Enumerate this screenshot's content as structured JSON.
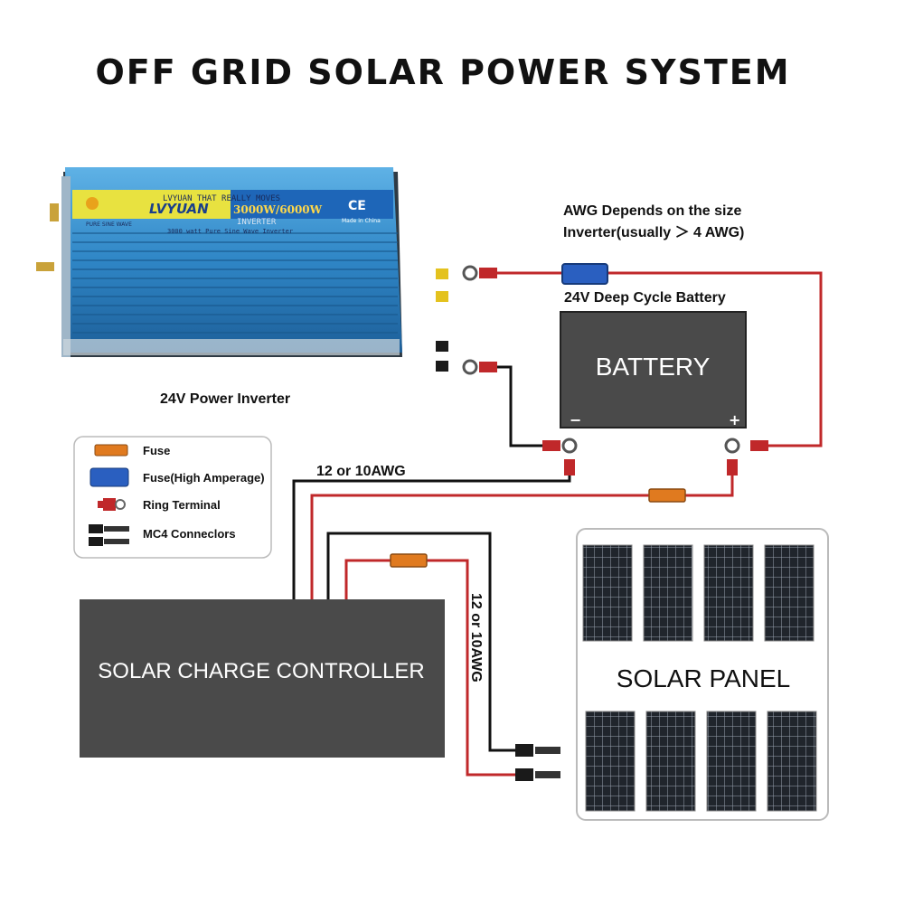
{
  "title": "OFF GRID SOLAR POWER SYSTEM",
  "inverter": {
    "caption": "24V Power Inverter",
    "brand": "LVYUAN",
    "tagline": "LVYUAN THAT REALLY MOVES",
    "rating": "3000W/6000W",
    "type": "INVERTER",
    "model": "3000 watt Pure Sine Wave Inverter",
    "made_in": "Made in China",
    "ce": "CE",
    "wave_label": "PURE SINE WAVE"
  },
  "awg_note": {
    "line1": "AWG Depends on the size",
    "line2": "Inverter(usually ＞ 4 AWG)"
  },
  "battery": {
    "caption": "24V Deep Cycle Battery",
    "label": "BATTERY",
    "neg": "−",
    "pos": "+"
  },
  "wire_label_top": "12 or 10AWG",
  "wire_label_vertical": "12 or 10AWG",
  "legend": {
    "items": [
      {
        "label": "Fuse",
        "icon": "fuse-icon"
      },
      {
        "label": "Fuse(High Amperage)",
        "icon": "high-amp-fuse-icon"
      },
      {
        "label": "Ring Terminal",
        "icon": "ring-terminal-icon"
      },
      {
        "label": "MC4 Conneclors",
        "icon": "mc4-connector-icon"
      }
    ]
  },
  "controller": {
    "label": "SOLAR CHARGE CONTROLLER"
  },
  "solar_panel": {
    "label": "SOLAR PANEL"
  },
  "colors": {
    "wire_red": "#c0282a",
    "wire_black": "#111111",
    "fuse_orange": "#e07a1f",
    "fuse_blue": "#2a5fc0",
    "box_gray": "#4a4a4a",
    "inverter_blue": "#2d86c4"
  }
}
